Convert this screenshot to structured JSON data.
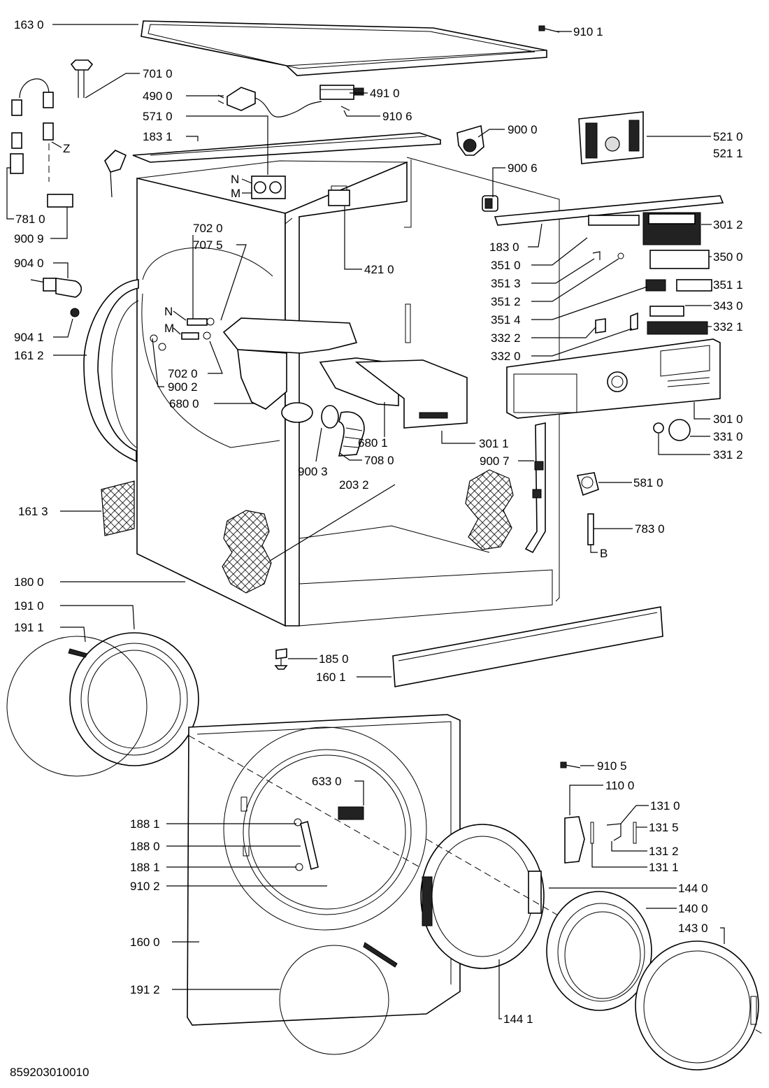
{
  "callouts": [
    {
      "label": "163 0"
    },
    {
      "label": "910 1"
    },
    {
      "label": "701 0"
    },
    {
      "label": "490 0"
    },
    {
      "label": "491 0"
    },
    {
      "label": "571 0"
    },
    {
      "label": "910 6"
    },
    {
      "label": "900 0"
    },
    {
      "label": "521 0"
    },
    {
      "label": "521 1"
    },
    {
      "label": "183 1"
    },
    {
      "label": "Z"
    },
    {
      "label": "900 6"
    },
    {
      "label": "N"
    },
    {
      "label": "M"
    },
    {
      "label": "781 0"
    },
    {
      "label": "301 2"
    },
    {
      "label": "900 9"
    },
    {
      "label": "702 0"
    },
    {
      "label": "707 5"
    },
    {
      "label": "183 0"
    },
    {
      "label": "904 0"
    },
    {
      "label": "421 0"
    },
    {
      "label": "351 0"
    },
    {
      "label": "350 0"
    },
    {
      "label": "351 3"
    },
    {
      "label": "351 1"
    },
    {
      "label": "904 1"
    },
    {
      "label": "351 2"
    },
    {
      "label": "343 0"
    },
    {
      "label": "N"
    },
    {
      "label": "351 4"
    },
    {
      "label": "M"
    },
    {
      "label": "161 2"
    },
    {
      "label": "332 2"
    },
    {
      "label": "332 1"
    },
    {
      "label": "332 0"
    },
    {
      "label": "702 0"
    },
    {
      "label": "900 2"
    },
    {
      "label": "680 0"
    },
    {
      "label": "301 0"
    },
    {
      "label": "680 1"
    },
    {
      "label": "331 0"
    },
    {
      "label": "301 1"
    },
    {
      "label": "331 2"
    },
    {
      "label": "900 3"
    },
    {
      "label": "708 0"
    },
    {
      "label": "900 7"
    },
    {
      "label": "203 2"
    },
    {
      "label": "581 0"
    },
    {
      "label": "161 3"
    },
    {
      "label": "783 0"
    },
    {
      "label": "B"
    },
    {
      "label": "180 0"
    },
    {
      "label": "191 0"
    },
    {
      "label": "191 1"
    },
    {
      "label": "185 0"
    },
    {
      "label": "160 1"
    },
    {
      "label": "910 5"
    },
    {
      "label": "633 0"
    },
    {
      "label": "110 0"
    },
    {
      "label": "131 0"
    },
    {
      "label": "188 1"
    },
    {
      "label": "131 5"
    },
    {
      "label": "188 0"
    },
    {
      "label": "131 2"
    },
    {
      "label": "131 1"
    },
    {
      "label": "188 1"
    },
    {
      "label": "910 2"
    },
    {
      "label": "144 0"
    },
    {
      "label": "140 0"
    },
    {
      "label": "143 0"
    },
    {
      "label": "160 0"
    },
    {
      "label": "191 2"
    },
    {
      "label": "144 1"
    }
  ],
  "footer": {
    "code": "859203010010"
  }
}
